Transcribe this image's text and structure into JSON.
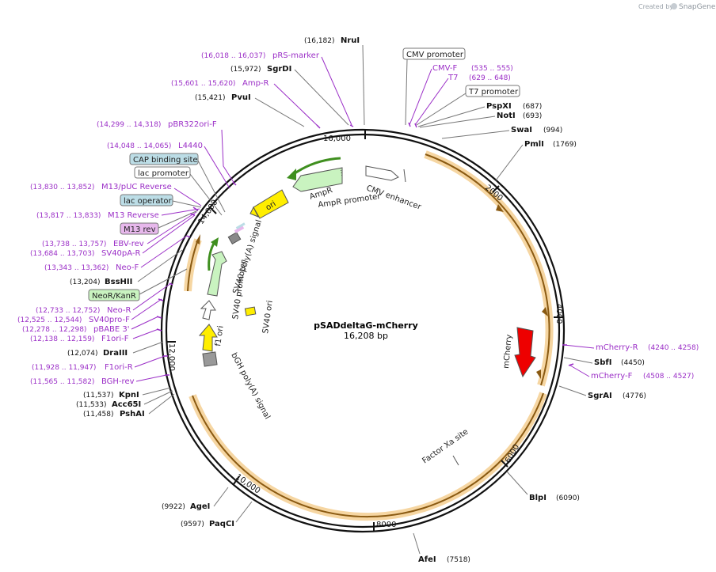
{
  "app": {
    "watermark_prefix": "Created by",
    "watermark_brand": "SnapGene"
  },
  "plasmid": {
    "name": "pSADdeltaG-mCherry",
    "size_label": "16,208 bp"
  },
  "ruler_ticks": [
    "16,000",
    "2000",
    "4000",
    "6000",
    "8000",
    "10,000",
    "12,000",
    "14,000"
  ],
  "enzymes": [
    {
      "name": "NruI",
      "pos": "(16,182)"
    },
    {
      "name": "SgrDI",
      "pos": "(15,972)"
    },
    {
      "name": "PvuI",
      "pos": "(15,421)"
    },
    {
      "name": "PspXI",
      "pos": "(687)"
    },
    {
      "name": "NotI",
      "pos": "(693)"
    },
    {
      "name": "SwaI",
      "pos": "(994)"
    },
    {
      "name": "PmlI",
      "pos": "(1769)"
    },
    {
      "name": "SbfI",
      "pos": "(4450)"
    },
    {
      "name": "SgrAI",
      "pos": "(4776)"
    },
    {
      "name": "BlpI",
      "pos": "(6090)"
    },
    {
      "name": "AfeI",
      "pos": "(7518)"
    },
    {
      "name": "AgeI",
      "pos": "(9922)"
    },
    {
      "name": "PaqCI",
      "pos": "(9597)"
    },
    {
      "name": "BssHII",
      "pos": "(13,204)"
    },
    {
      "name": "DraIII",
      "pos": "(12,074)"
    },
    {
      "name": "KpnI",
      "pos": "(11,537)"
    },
    {
      "name": "Acc65I",
      "pos": "(11,533)"
    },
    {
      "name": "PshAI",
      "pos": "(11,458)"
    }
  ],
  "primers": [
    {
      "name": "pRS-marker",
      "pos": "(16,018 .. 16,037)"
    },
    {
      "name": "Amp-R",
      "pos": "(15,601 .. 15,620)"
    },
    {
      "name": "CMV-F",
      "pos": "(535 .. 555)"
    },
    {
      "name": "T7",
      "pos": "(629 .. 648)"
    },
    {
      "name": "pBR322ori-F",
      "pos": "(14,299 .. 14,318)"
    },
    {
      "name": "L4440",
      "pos": "(14,048 .. 14,065)"
    },
    {
      "name": "M13/pUC Reverse",
      "pos": "(13,830 .. 13,852)"
    },
    {
      "name": "M13 Reverse",
      "pos": "(13,817 .. 13,833)"
    },
    {
      "name": "EBV-rev",
      "pos": "(13,738 .. 13,757)"
    },
    {
      "name": "SV40pA-R",
      "pos": "(13,684 .. 13,703)"
    },
    {
      "name": "Neo-F",
      "pos": "(13,343 .. 13,362)"
    },
    {
      "name": "Neo-R",
      "pos": "(12,733 .. 12,752)"
    },
    {
      "name": "SV40pro-F",
      "pos": "(12,525 .. 12,544)"
    },
    {
      "name": "pBABE 3'",
      "pos": "(12,278 .. 12,298)"
    },
    {
      "name": "F1ori-F",
      "pos": "(12,138 .. 12,159)"
    },
    {
      "name": "F1ori-R",
      "pos": "(11,928 .. 11,947)"
    },
    {
      "name": "BGH-rev",
      "pos": "(11,565 .. 11,582)"
    },
    {
      "name": "mCherry-R",
      "pos": "(4240 .. 4258)"
    },
    {
      "name": "mCherry-F",
      "pos": "(4508 .. 4527)"
    }
  ],
  "boxed_features": {
    "cmv_promoter": "CMV promoter",
    "t7_promoter": "T7 promoter",
    "cap_binding_site": "CAP binding site",
    "lac_promoter": "lac promoter",
    "lac_operator": "lac operator",
    "m13_rev": "M13 rev",
    "neor_kanr": "NeoR/KanR"
  },
  "inner_features": {
    "cmv_enhancer": "CMV enhancer",
    "ampr": "AmpR",
    "ampr_promoter": "AmpR promoter",
    "ori": "ori",
    "sv40_polya_top": "SV40 poly(A) signal",
    "sv40_promoter": "SV40 promoter",
    "sv40_ori": "SV40 ori",
    "f1_ori": "f1 ori",
    "bgh_polya": "bGH poly(A) signal",
    "mcherry": "mCherry",
    "factor_xa": "Factor Xa site"
  },
  "colors": {
    "primer": "#9b2fc7",
    "orf_fill": "#f6d6a2",
    "orf_arrow": "#8a5a12",
    "ampr_fill": "#c9f3c0",
    "ampr_arrow": "#3f8f1f",
    "ori_fill": "#ffee00",
    "mcherry_fill": "#ee0000",
    "cap_box": "#bcdde6",
    "m13_box": "#e7b8ec",
    "neo_box": "#c9f3c0"
  }
}
